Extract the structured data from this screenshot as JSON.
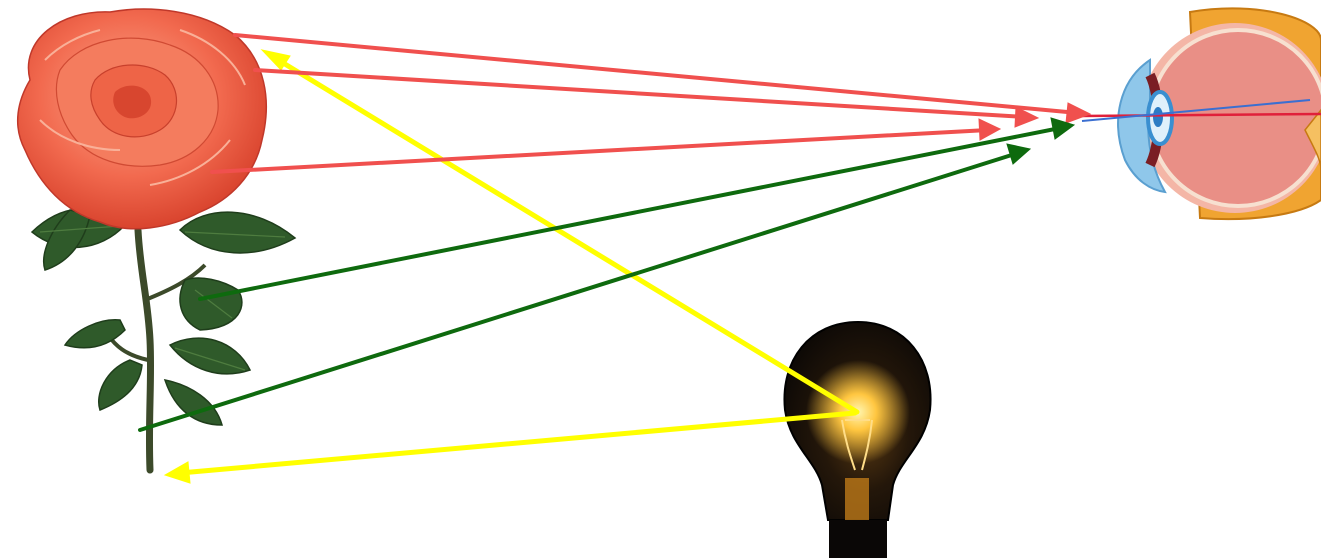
{
  "colors": {
    "background": "#ffffff",
    "rose_petal": "#f26a4f",
    "rose_petal_light": "#f7a085",
    "rose_petal_dark": "#d9442e",
    "leaf": "#2f5a2a",
    "leaf_light": "#4e7c3f",
    "stem": "#3c4a2a",
    "eye_sclera": "#e98f86",
    "eye_outer": "#f0a431",
    "eye_cornea": "#8fc7ea",
    "eye_iris": "#3a8fd0",
    "bulb_glass": "#1a120a",
    "bulb_glow": "#ffcc44",
    "ray_reflected_red": "#f0504e",
    "ray_reflected_green": "#0e6a0e",
    "ray_source_yellow": "#ffff00",
    "optic_red": "#e0203a",
    "optic_blue": "#3b6fd1"
  },
  "objects": {
    "rose": "rose-flower",
    "eye": "human-eye-cross-section",
    "light_source": "incandescent-light-bulb"
  }
}
